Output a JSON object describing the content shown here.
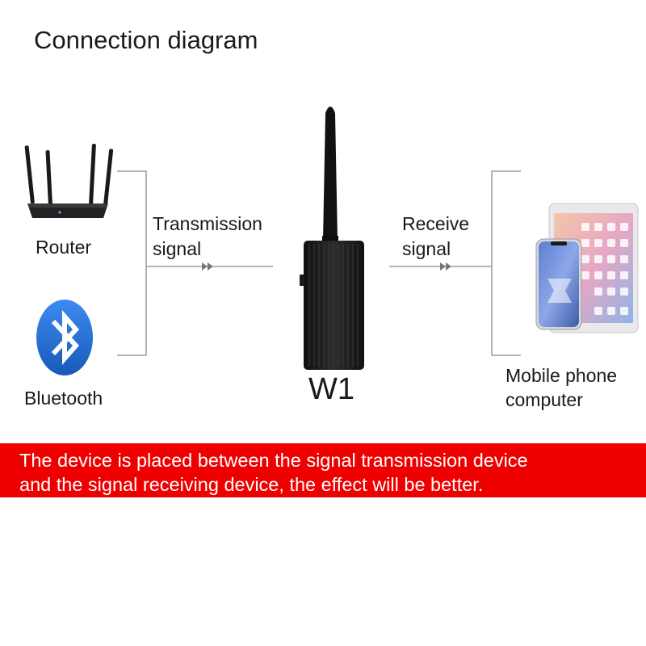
{
  "title": "Connection diagram",
  "sources": {
    "router_label": "Router",
    "bluetooth_label": "Bluetooth",
    "signal_label_line1": "Transmission",
    "signal_label_line2": "signal"
  },
  "device": {
    "name": "W1"
  },
  "receivers": {
    "signal_label_line1": "Receive",
    "signal_label_line2": "signal",
    "devices_label_line1": "Mobile phone",
    "devices_label_line2": "computer"
  },
  "banner": {
    "line1": "The device is placed between the signal transmission device",
    "line2": "and the signal receiving device, the effect will be better."
  },
  "colors": {
    "banner": "#ee0000",
    "bluetooth": "#1f6fd6",
    "device": "#1e1e1e",
    "lines": "#8a8a8a"
  },
  "icons": [
    "router-icon",
    "bluetooth-icon",
    "antenna-device-icon",
    "tablet-icon",
    "phone-icon",
    "double-arrow-icon"
  ]
}
